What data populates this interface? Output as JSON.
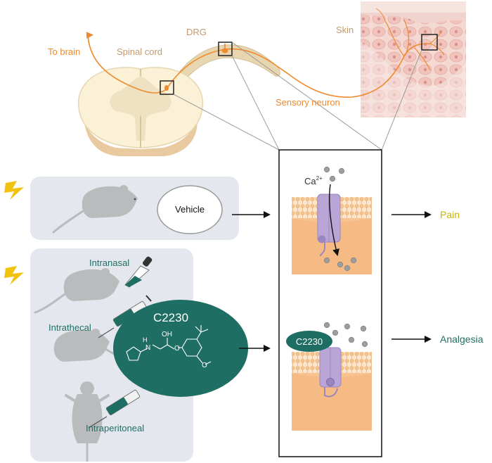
{
  "colors": {
    "neuron": "#ef8a2e",
    "teal": "#1f6e63",
    "pain": "#c9b300",
    "lightning": "#f1c20f",
    "panel": "#e4e8ee",
    "mouse": "#b9bbbd",
    "channel": "#b9a6d6",
    "membrane_inner": "#f6c08e",
    "skin": "#efc9c4"
  },
  "labels": {
    "to_brain": "To brain",
    "spinal_cord": "Spinal cord",
    "drg": "DRG",
    "skin": "Skin",
    "sensory_neuron": "Sensory neuron",
    "calcium": "Ca",
    "calcium_sup": "2+",
    "vehicle": "Vehicle",
    "pain": "Pain",
    "analgesia": "Analgesia",
    "drug_name": "C2230",
    "drug_badge": "C2230",
    "intranasal": "Intranasal",
    "intrathecal": "Intrathecal",
    "intraperitoneal": "Intraperitoneal",
    "struct_oh": "OH",
    "struct_h": "H",
    "struct_n": "N",
    "struct_o": "O",
    "struct_o2": "O"
  },
  "icons": [
    "lightning-icon",
    "mouse-icon",
    "dropper-icon",
    "syringe-icon",
    "channel-icon"
  ]
}
